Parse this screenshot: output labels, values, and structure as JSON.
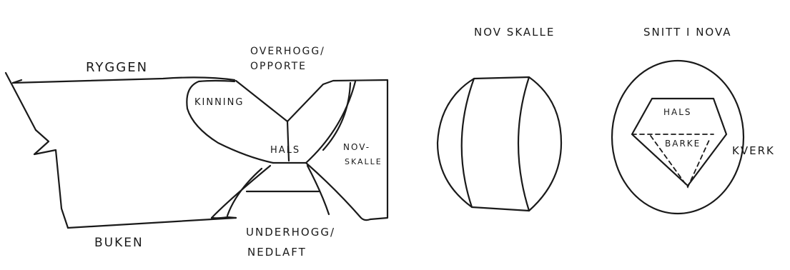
{
  "diagram": {
    "labels": {
      "ryggen": "RYGGEN",
      "overhogg_1": "OVERHOGG/",
      "overhogg_2": "OPPORTE",
      "kinning": "KINNING",
      "hals_side": "HALS",
      "novskalle_side_1": "NOV-",
      "novskalle_side_2": "SKALLE",
      "buken": "BUKEN",
      "underhogg_1": "UNDERHOGG/",
      "underhogg_2": "NEDLAFT",
      "novskalle_title": "NOV SKALLE",
      "snitt_title": "SNITT I NOVA",
      "hals_section": "HALS",
      "barke": "BARKE",
      "kverk": "KVERK"
    }
  }
}
